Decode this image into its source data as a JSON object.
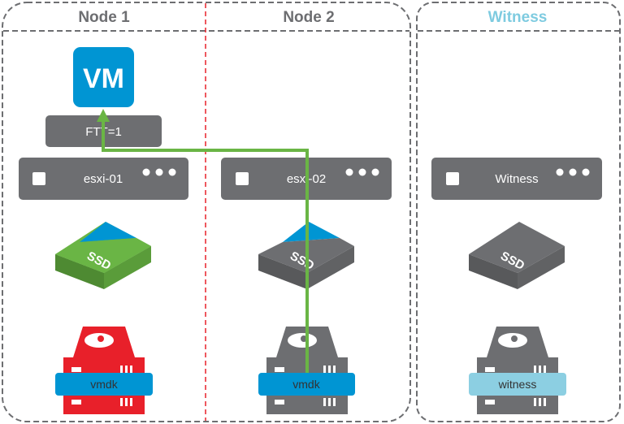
{
  "nodes": [
    {
      "title": "Node 1",
      "host": "esxi-01",
      "disk_label": "vmdk",
      "ssd_label": "SSD",
      "hdd_color": "#e8202a",
      "ssd_color": "#6ab545",
      "label_color": "#0095d3"
    },
    {
      "title": "Node 2",
      "host": "esxi-02",
      "disk_label": "vmdk",
      "ssd_label": "SSD",
      "hdd_color": "#6d6e71",
      "ssd_color": "#6d6e71",
      "label_color": "#0095d3"
    }
  ],
  "witness": {
    "title": "Witness",
    "host": "Witness",
    "disk_label": "witness",
    "ssd_label": "SSD",
    "title_color": "#7ecbe0",
    "label_color": "#8ccfe2"
  },
  "vm": {
    "label": "VM",
    "color": "#0095d3"
  },
  "policy": {
    "label": "FTT=1"
  },
  "colors": {
    "gray": "#6d6e71",
    "path": "#6ab545",
    "partition": "#e8202a"
  }
}
